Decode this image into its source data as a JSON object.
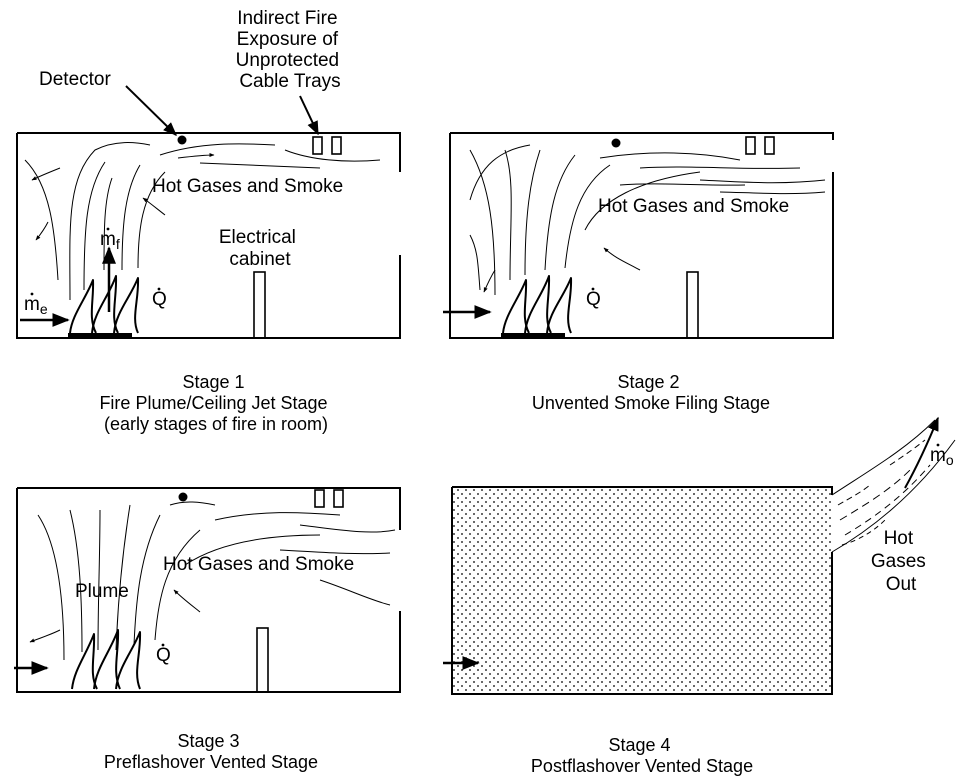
{
  "colors": {
    "ink": "#000000",
    "background": "#ffffff"
  },
  "labels": {
    "indirect_exposure": [
      "Indirect Fire",
      "Exposure of",
      "Unprotected",
      "Cable Trays"
    ],
    "detector": "Detector",
    "hot_gases_smoke": "Hot Gases and Smoke",
    "electrical_cabinet": [
      "Electrical",
      "cabinet"
    ],
    "plume": "Plume",
    "hot_gases_out": [
      "Hot",
      "Gases",
      "Out"
    ]
  },
  "symbols": {
    "m_dot": "m",
    "m_sub_e": "e",
    "m_sub_f": "f",
    "m_sub_o": "o",
    "q_dot": "Q"
  },
  "stages": [
    {
      "title": "Stage 1",
      "subtitle": "Fire Plume/Ceiling Jet Stage",
      "note": "(early stages of fire in room)"
    },
    {
      "title": "Stage 2",
      "subtitle": "Unvented Smoke Filing Stage"
    },
    {
      "title": "Stage 3",
      "subtitle": "Preflashover Vented Stage"
    },
    {
      "title": "Stage 4",
      "subtitle": "Postflashover Vented Stage"
    }
  ]
}
